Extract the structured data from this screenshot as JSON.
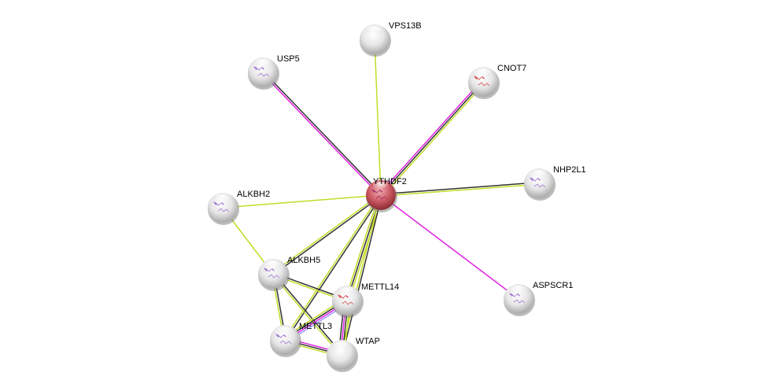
{
  "colors": {
    "experimental": "#e020e0",
    "coexpression": "#333333",
    "textmining": "#c4dc28",
    "homology": "#9a9aff",
    "query_node": "#c8505a",
    "node": "#e8e8e8"
  },
  "nodes": [
    {
      "id": "YTHDF2",
      "label": "YTHDF2",
      "query": true,
      "structure": true
    },
    {
      "id": "VPS13B",
      "label": "VPS13B",
      "query": false,
      "structure": false
    },
    {
      "id": "USP5",
      "label": "USP5",
      "query": false,
      "structure": true
    },
    {
      "id": "CNOT7",
      "label": "CNOT7",
      "query": false,
      "structure": true,
      "structure_red": true
    },
    {
      "id": "NHP2L1",
      "label": "NHP2L1",
      "query": false,
      "structure": true
    },
    {
      "id": "ALKBH2",
      "label": "ALKBH2",
      "query": false,
      "structure": true
    },
    {
      "id": "ALKBH5",
      "label": "ALKBH5",
      "query": false,
      "structure": true
    },
    {
      "id": "METTL14",
      "label": "METTL14",
      "query": false,
      "structure": true,
      "structure_red": true
    },
    {
      "id": "METTL3",
      "label": "METTL3",
      "query": false,
      "structure": true
    },
    {
      "id": "WTAP",
      "label": "WTAP",
      "query": false,
      "structure": false
    },
    {
      "id": "ASPSCR1",
      "label": "ASPSCR1",
      "query": false,
      "structure": true
    }
  ],
  "edges": [
    {
      "a": "YTHDF2",
      "b": "VPS13B",
      "evidence": [
        "textmining"
      ]
    },
    {
      "a": "YTHDF2",
      "b": "USP5",
      "evidence": [
        "experimental",
        "coexpression"
      ]
    },
    {
      "a": "YTHDF2",
      "b": "CNOT7",
      "evidence": [
        "experimental",
        "coexpression",
        "textmining"
      ]
    },
    {
      "a": "YTHDF2",
      "b": "NHP2L1",
      "evidence": [
        "coexpression",
        "textmining"
      ]
    },
    {
      "a": "YTHDF2",
      "b": "ALKBH2",
      "evidence": [
        "textmining"
      ]
    },
    {
      "a": "YTHDF2",
      "b": "ASPSCR1",
      "evidence": [
        "experimental"
      ]
    },
    {
      "a": "YTHDF2",
      "b": "ALKBH5",
      "evidence": [
        "coexpression",
        "textmining"
      ]
    },
    {
      "a": "YTHDF2",
      "b": "METTL3",
      "evidence": [
        "coexpression",
        "textmining"
      ]
    },
    {
      "a": "YTHDF2",
      "b": "METTL14",
      "evidence": [
        "textmining",
        "coexpression",
        "textmining"
      ]
    },
    {
      "a": "YTHDF2",
      "b": "WTAP",
      "evidence": [
        "coexpression",
        "textmining"
      ]
    },
    {
      "a": "ALKBH2",
      "b": "ALKBH5",
      "evidence": [
        "textmining"
      ]
    },
    {
      "a": "ALKBH5",
      "b": "METTL14",
      "evidence": [
        "coexpression",
        "textmining"
      ]
    },
    {
      "a": "ALKBH5",
      "b": "METTL3",
      "evidence": [
        "coexpression",
        "textmining"
      ]
    },
    {
      "a": "ALKBH5",
      "b": "WTAP",
      "evidence": [
        "coexpression",
        "textmining"
      ]
    },
    {
      "a": "METTL14",
      "b": "METTL3",
      "evidence": [
        "homology",
        "experimental",
        "coexpression",
        "textmining"
      ]
    },
    {
      "a": "METTL14",
      "b": "WTAP",
      "evidence": [
        "textmining",
        "coexpression",
        "experimental",
        "coexpression"
      ]
    },
    {
      "a": "METTL3",
      "b": "WTAP",
      "evidence": [
        "experimental",
        "coexpression",
        "textmining"
      ]
    }
  ]
}
